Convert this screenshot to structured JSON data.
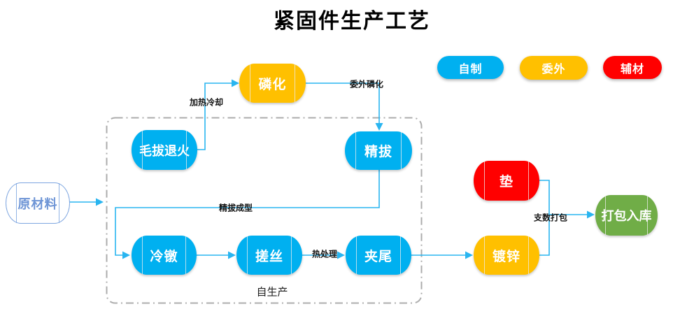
{
  "title": "紧固件生产工艺",
  "legend": {
    "self_made": {
      "label": "自制",
      "color": "#00B0F0"
    },
    "outsourced": {
      "label": "委外",
      "color": "#FFC000"
    },
    "auxiliary": {
      "label": "辅材",
      "color": "#FF0000"
    }
  },
  "nodes": {
    "raw_material": {
      "label": "原材料",
      "category": "raw-material"
    },
    "rough_draw_anneal": {
      "label": "毛拔退火",
      "category": "self-made"
    },
    "phosphating": {
      "label": "磷化",
      "category": "outsourced"
    },
    "fine_drawing": {
      "label": "精拔",
      "category": "self-made"
    },
    "cold_heading": {
      "label": "冷镦",
      "category": "self-made"
    },
    "thread_rolling": {
      "label": "搓丝",
      "category": "self-made"
    },
    "tail_clamping": {
      "label": "夹尾",
      "category": "self-made"
    },
    "galvanizing": {
      "label": "镀锌",
      "category": "outsourced"
    },
    "washer": {
      "label": "垫",
      "category": "auxiliary"
    },
    "packing_storage": {
      "label": "打包入库",
      "category": "storage"
    }
  },
  "edge_labels": {
    "heat_cool": "加热冷却",
    "outsourced_phosphating": "委外磷化",
    "fine_draw_forming": "精拔成型",
    "heat_treatment": "热处理",
    "count_packing": "支数打包"
  },
  "container_label": "自生产",
  "colors": {
    "self_made_blue": "#00B0F0",
    "outsourced_yellow": "#FFC000",
    "auxiliary_red": "#FF0000",
    "storage_green": "#70AD47",
    "raw_material_blue": "#7EA6E0",
    "connector_blue": "#29B5F0",
    "container_dash_gray": "#ADADAD"
  }
}
